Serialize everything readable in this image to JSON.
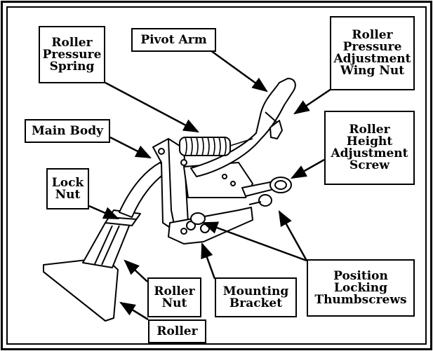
{
  "title": "",
  "labels": {
    "roller_pressure_spring": "Roller\nPressure\nSpring",
    "pivot_arm": "Pivot Arm",
    "roller_pressure_adjustment_wing_nut": "Roller\nPressure\nAdjustment\nWing Nut",
    "main_body": "Main Body",
    "roller_height_adjustment_screw": "Roller\nHeight\nAdjustment\nScrew",
    "lock_nut": "Lock\nNut",
    "position_locking_thumbscrews": "Position\nLocking\nThumbscrews",
    "roller_nut": "Roller\nNut",
    "mounting_bracket": "Mounting\nBracket",
    "roller": "Roller"
  },
  "colors": {
    "line": "#000000",
    "background": "#ffffff"
  }
}
